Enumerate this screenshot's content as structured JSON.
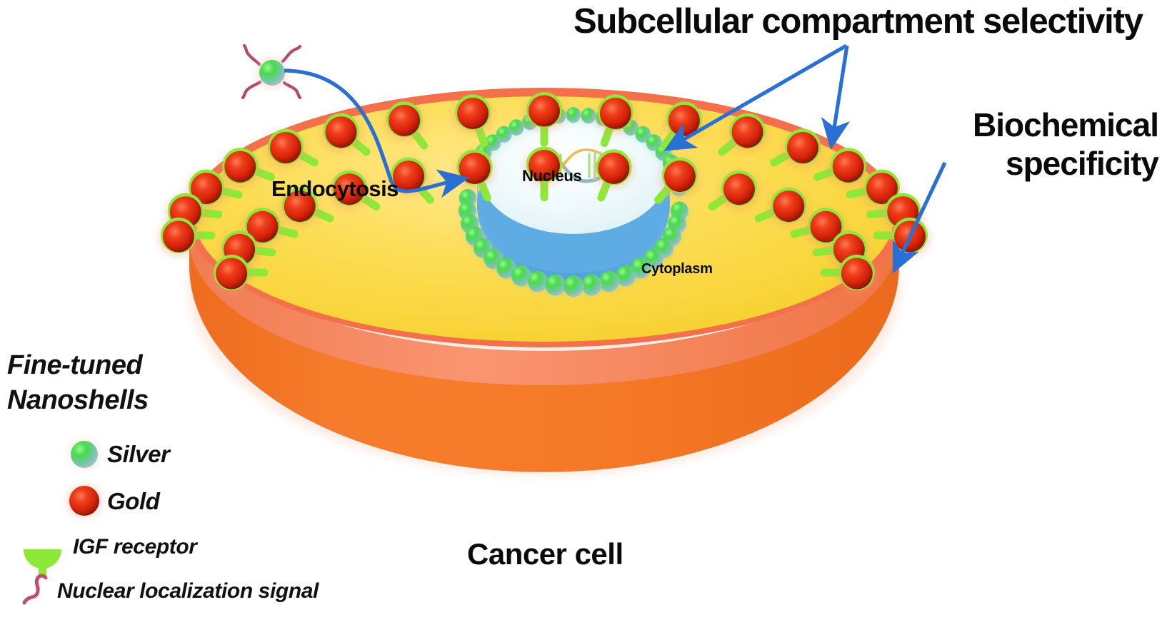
{
  "figure": {
    "type": "scientific-schematic",
    "subject": "Fine-tuned nanoshells targeting a cancer cell",
    "background_color": "#ffffff"
  },
  "annotations": {
    "title_selectivity": "Subcellular compartment selectivity",
    "biochemical_line1": "Biochemical",
    "biochemical_line2": "specificity",
    "endocytosis": "Endocytosis",
    "nucleus": "Nucleus",
    "cytoplasm": "Cytoplasm",
    "cancer_cell": "Cancer cell"
  },
  "legend": {
    "heading_line1": "Fine-tuned",
    "heading_line2": "Nanoshells",
    "items": [
      {
        "icon": "silver-nanoparticle-icon",
        "label": "Silver",
        "color": "#4be04b"
      },
      {
        "icon": "gold-nanoparticle-icon",
        "label": "Gold",
        "color": "#e02b15"
      },
      {
        "icon": "igf-receptor-icon",
        "label": "IGF receptor",
        "color": "#8ee838"
      },
      {
        "icon": "nuclear-localization-signal-icon",
        "label": "Nuclear localization signal",
        "color": "#c0506a"
      }
    ]
  },
  "colors": {
    "cytoplasm_top": "#fbd93f",
    "cytoplasm_top_light": "#fde270",
    "membrane_rim": "#f58060",
    "membrane_rim_dark": "#ef6a3c",
    "cell_body": "#f4752a",
    "cell_body_dark": "#e8671d",
    "nucleus_fill": "#eaf7fa",
    "nucleus_base": "#6bb3e8",
    "gold": "#e02b15",
    "gold_dark": "#8e1207",
    "silver_green": "#4be04b",
    "silver_grey": "#a9c2cb",
    "receptor_green": "#8ee838",
    "arrow_blue": "#2a6fd4",
    "nls_pink": "#c0506a",
    "dna_strand": "#8fb8c6",
    "dna_strand_alt": "#f0b94a",
    "dna_rung": "#b9e8a0",
    "text": "#0a0a0a"
  },
  "arrows": [
    {
      "name": "endocytosis-arrow",
      "from": [
        395,
        100
      ],
      "to": [
        660,
        250
      ],
      "color": "#2a6fd4",
      "curved": true
    },
    {
      "name": "selectivity-arrow-to-nucleus",
      "from": [
        1185,
        63
      ],
      "to": [
        928,
        212
      ],
      "color": "#2a6fd4"
    },
    {
      "name": "selectivity-arrow-to-membrane",
      "from": [
        1185,
        63
      ],
      "to": [
        1163,
        213
      ],
      "color": "#2a6fd4"
    },
    {
      "name": "biochemical-arrow",
      "from": [
        1322,
        228
      ],
      "to": [
        1248,
        385
      ],
      "color": "#2a6fd4"
    }
  ],
  "counts": {
    "gold_nanoshells_on_cell": 34,
    "silver_nanoshells_around_nucleus": 40,
    "free_silver_nanoshells": 1,
    "nls_tails_on_free_particle": 4
  }
}
